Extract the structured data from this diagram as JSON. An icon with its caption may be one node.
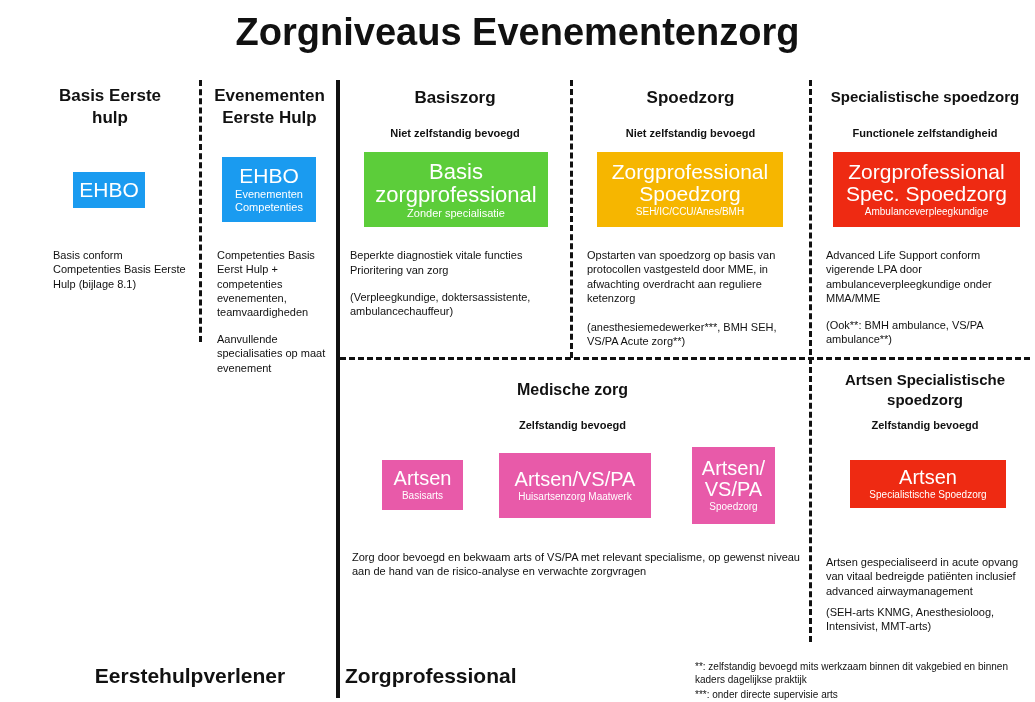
{
  "diagram": {
    "title": "Zorgniveaus Evenementenzorg",
    "nodes": [
      {
        "text": [
          "EHBO"
        ]
      },
      {
        "text": [
          "EHBO",
          "Evenementen Competenties"
        ]
      },
      {
        "text": [
          "Basis zorgprofessional",
          "Zonder specialisatie"
        ]
      },
      {
        "text": [
          "Zorgprofessional Spoedzorg",
          "SEH/IC/CCU/Anes/BMH"
        ]
      },
      {
        "text": [
          "Zorgprofessional Spec. Spoedzorg",
          "Ambulanceverpleegkundige"
        ]
      },
      {
        "text": [
          "Artsen",
          "Basisarts"
        ]
      },
      {
        "text": [
          "Artsen/VS/PA",
          "Huisartsenzorg Maatwerk"
        ]
      },
      {
        "text": [
          "Artsen/ VS/PA",
          "Spoedzorg"
        ]
      },
      {
        "text": [
          "Artsen",
          "Specialistische Spoedzorg"
        ]
      }
    ],
    "labels": [
      "Basis Eerste hulp",
      "Evenementen Eerste Hulp",
      "Basiszorg",
      "Spoedzorg",
      "Specialistische spoedzorg",
      "Niet zelfstandig bevoegd",
      "Niet zelfstandig bevoegd",
      "Functionele zelfstandigheid",
      "Basis conform Competenties Basis Eerste Hulp (bijlage 8.1)",
      "Competenties Basis Eerst Hulp + competenties evenementen, teamvaardigheden",
      "Aanvullende specialisaties op maat evenement",
      "Beperkte diagnostiek vitale functies",
      "Prioritering van zorg",
      "(Verpleegkundige, doktersassistente, ambulancechauffeur)",
      "Opstarten van spoedzorg op basis van protocollen vastgesteld door MME, in afwachting overdracht aan reguliere ketenzorg",
      "(anesthesiemedewerker***, BMH SEH, VS/PA Acute zorg**)",
      "Advanced Life Support conform vigerende LPA door ambulanceverpleegkundige onder MMA/MME",
      "(Ook**: BMH ambulance, VS/PA ambulance**)",
      "Medische zorg",
      "Artsen Specialistische spoedzorg",
      "Zelfstandig bevoegd",
      "Zelfstandig bevoegd",
      "Zorg door bevoegd en bekwaam arts of VS/PA met relevant specialisme, op gewenst niveau aan de hand van de risico-analyse en verwachte zorgvragen",
      "Artsen gespecialiseerd in acute opvang van vitaal bedreigde patiënten inclusief advanced airwaymanagement",
      "(SEH-arts KNMG, Anesthesioloog, Intensivist, MMT-arts)",
      "Eerstehulpverlener",
      "Zorgprofessional",
      "**: zelfstandig bevoegd mits werkzaam binnen dit vakgebied en binnen kaders dagelijkse praktijk",
      "***: onder directe supervisie arts"
    ]
  }
}
